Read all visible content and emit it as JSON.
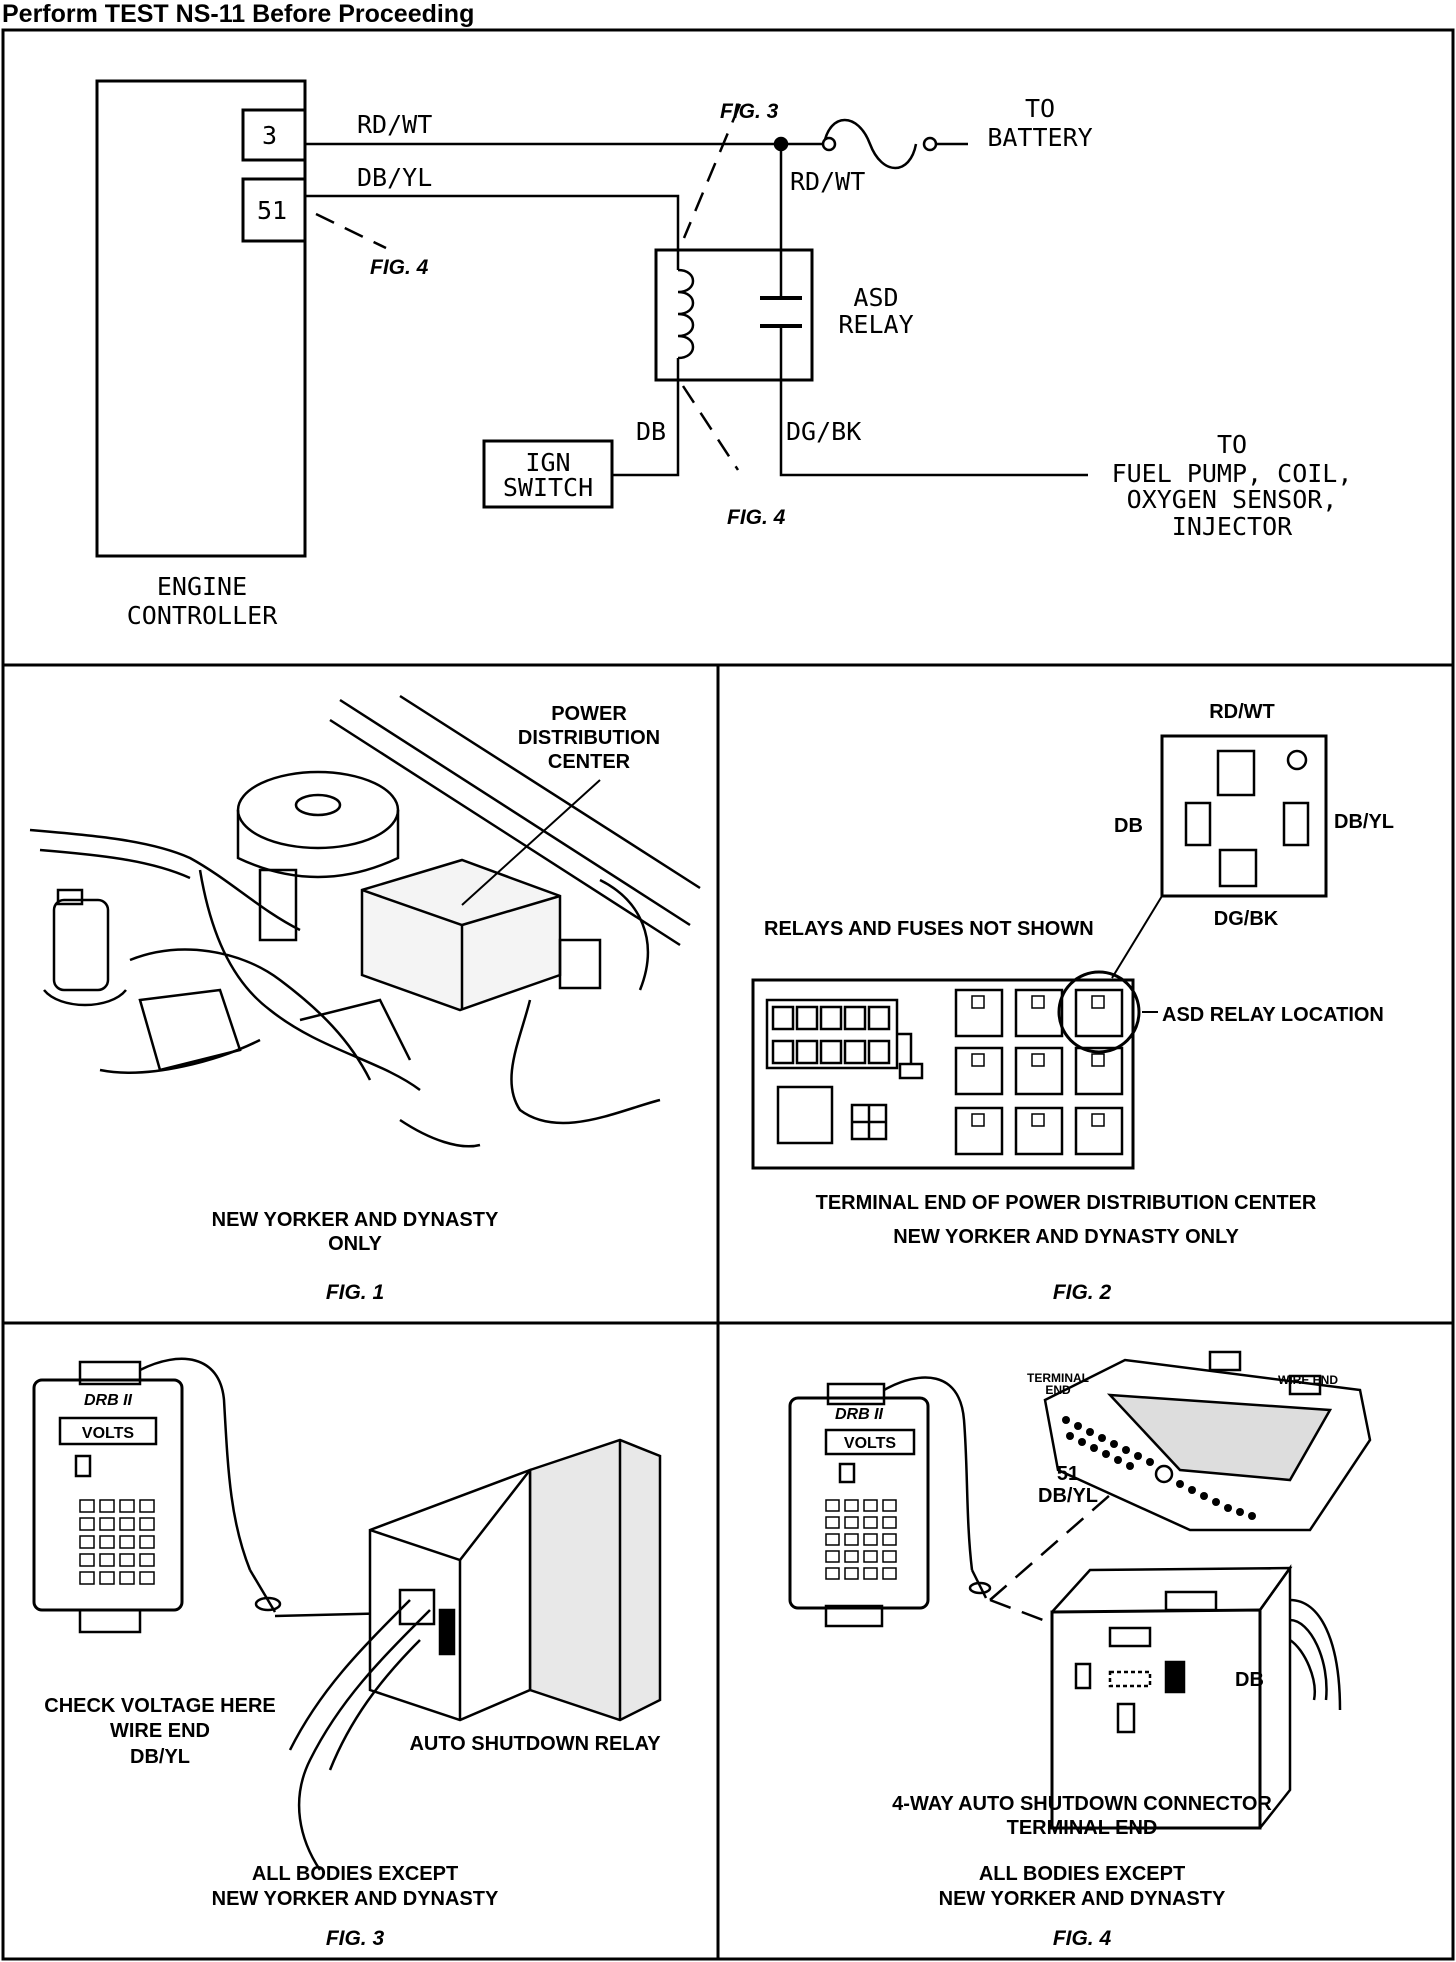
{
  "header": "Perform TEST NS-11 Before Proceeding",
  "schematic": {
    "pin_3": "3",
    "pin_51": "51",
    "wire_rdwt_top": "RD/WT",
    "wire_dbyl": "DB/YL",
    "wire_rdwt_relay": "RD/WT",
    "wire_db": "DB",
    "wire_dgbk": "DG/BK",
    "fig3_ref": "FIG. 3",
    "fig4_ref_upper": "FIG. 4",
    "fig4_ref_lower": "FIG. 4",
    "to_battery_1": "TO",
    "to_battery_2": "BATTERY",
    "relay_1": "ASD",
    "relay_2": "RELAY",
    "ign_1": "IGN",
    "ign_2": "SWITCH",
    "to_fuel_1": "TO",
    "to_fuel_2": "FUEL PUMP, COIL,",
    "to_fuel_3": "OXYGEN SENSOR,",
    "to_fuel_4": "INJECTOR",
    "engine_1": "ENGINE",
    "engine_2": "CONTROLLER"
  },
  "fig1": {
    "pdc_1": "POWER",
    "pdc_2": "DISTRIBUTION",
    "pdc_3": "CENTER",
    "caption_1": "NEW YORKER AND DYNASTY",
    "caption_2": "ONLY",
    "fig": "FIG. 1"
  },
  "fig2": {
    "rdwt": "RD/WT",
    "db": "DB",
    "dbyl": "DB/YL",
    "dgbk": "DG/BK",
    "relays_note": "RELAYS AND FUSES NOT SHOWN",
    "asd_loc": "ASD RELAY LOCATION",
    "caption_1": "TERMINAL END OF POWER DISTRIBUTION CENTER",
    "caption_2": "NEW YORKER AND DYNASTY ONLY",
    "fig": "FIG. 2"
  },
  "fig3": {
    "meter_brand": "DRB II",
    "meter_mode": "VOLTS",
    "check_1": "CHECK VOLTAGE HERE",
    "check_2": "WIRE END",
    "check_3": "DB/YL",
    "relay_label": "AUTO SHUTDOWN RELAY",
    "caption_1": "ALL BODIES EXCEPT",
    "caption_2": "NEW YORKER AND DYNASTY",
    "fig": "FIG. 3"
  },
  "fig4": {
    "meter_brand": "DRB II",
    "meter_mode": "VOLTS",
    "terminal_end_1": "TERMINAL",
    "terminal_end_2": "END",
    "wire_end": "WIRE END",
    "pin_51": "51",
    "pin_dbyl": "DB/YL",
    "db": "DB",
    "caption_1": "4-WAY AUTO SHUTDOWN CONNECTOR",
    "caption_2": "TERMINAL END",
    "caption_3": "ALL BODIES EXCEPT",
    "caption_4": "NEW YORKER AND DYNASTY",
    "fig": "FIG. 4"
  }
}
